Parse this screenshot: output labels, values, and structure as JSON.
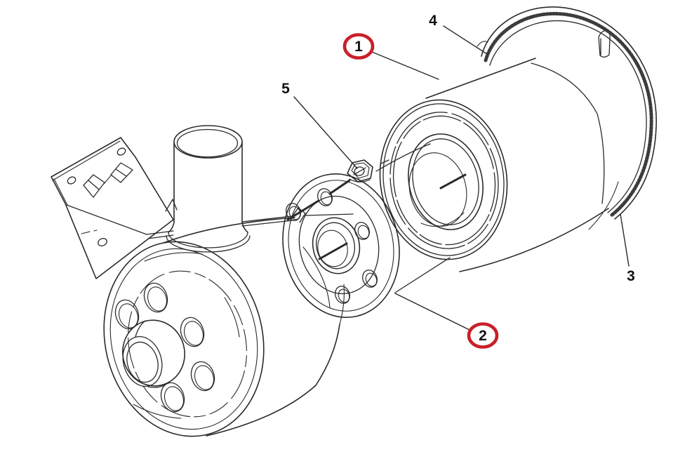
{
  "colors": {
    "background": "#ffffff",
    "line": "#2a2a2a",
    "gasket": "#3c3c3c",
    "highlight": "#c8202a"
  },
  "callouts": {
    "c1": {
      "label": "1",
      "circled": true
    },
    "c2": {
      "label": "2",
      "circled": true
    },
    "c3": {
      "label": "3",
      "circled": false
    },
    "c4": {
      "label": "4",
      "circled": false
    },
    "c5": {
      "label": "5",
      "circled": false
    }
  }
}
